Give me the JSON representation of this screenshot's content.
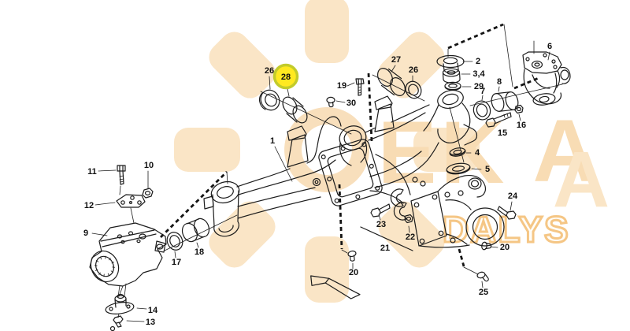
{
  "watermark": {
    "brand_top": "EKA",
    "brand_top_letters": [
      "E",
      "K",
      "A"
    ],
    "brand_top_echo": "A",
    "brand_bottom": "DALYS",
    "fill_color": "#F9E2C0",
    "letter_color": "#F8DCB4",
    "outline_color": "#F5C685"
  },
  "highlight": {
    "label": "28",
    "fill": "#FFE920",
    "ring": "#C2CB2B"
  },
  "callouts": {
    "c1": {
      "label": "1"
    },
    "c2": {
      "label": "2"
    },
    "c34": {
      "label": "3,4"
    },
    "c4": {
      "label": "4"
    },
    "c5": {
      "label": "5"
    },
    "c6": {
      "label": "6"
    },
    "c7": {
      "label": "7"
    },
    "c8": {
      "label": "8"
    },
    "c9": {
      "label": "9"
    },
    "c10": {
      "label": "10"
    },
    "c11": {
      "label": "11"
    },
    "c12": {
      "label": "12"
    },
    "c13": {
      "label": "13"
    },
    "c14": {
      "label": "14"
    },
    "c15": {
      "label": "15"
    },
    "c16": {
      "label": "16"
    },
    "c17": {
      "label": "17"
    },
    "c18": {
      "label": "18"
    },
    "c19": {
      "label": "19"
    },
    "c20a": {
      "label": "20"
    },
    "c20b": {
      "label": "20"
    },
    "c21": {
      "label": "21"
    },
    "c22": {
      "label": "22"
    },
    "c23": {
      "label": "23"
    },
    "c24": {
      "label": "24"
    },
    "c25": {
      "label": "25"
    },
    "c26a": {
      "label": "26"
    },
    "c26b": {
      "label": "26"
    },
    "c27": {
      "label": "27"
    },
    "c28": {
      "label": "28"
    },
    "c29": {
      "label": "29"
    },
    "c30": {
      "label": "30"
    }
  }
}
